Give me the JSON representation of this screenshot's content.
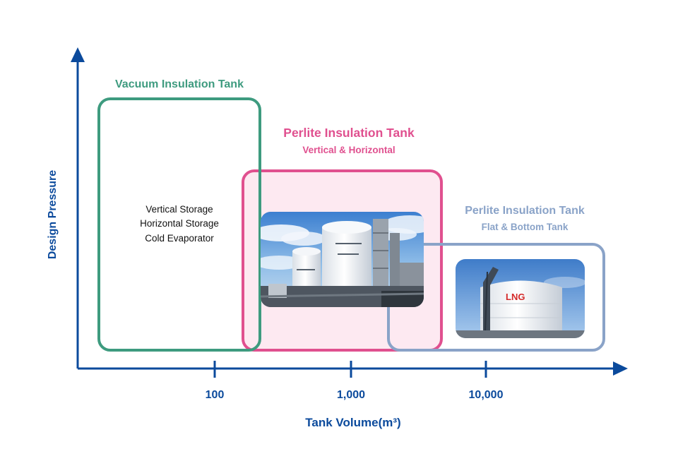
{
  "y_axis_label": "Design Pressure",
  "x_axis_label": "Tank Volume(m³)",
  "x_ticks": [
    "100",
    "1,000",
    "10,000"
  ],
  "regions": {
    "vacuum": {
      "title": "Vacuum Insulation Tank",
      "lines": [
        "Vertical Storage",
        "Horizontal Storage",
        "Cold Evaporator"
      ],
      "color": "#3e9b7f"
    },
    "perlite_vh": {
      "title": "Perlite Insulation Tank",
      "subtitle": "Vertical & Horizontal",
      "color": "#e0508f",
      "fill": "#fde9f1"
    },
    "perlite_flat": {
      "title": "Perlite Insulation Tank",
      "subtitle": "Flat & Bottom Tank",
      "color": "#8aa3c8"
    }
  },
  "photos": {
    "flat_tank_sign": "LNG"
  },
  "colors": {
    "axis": "#0b4a9c"
  }
}
